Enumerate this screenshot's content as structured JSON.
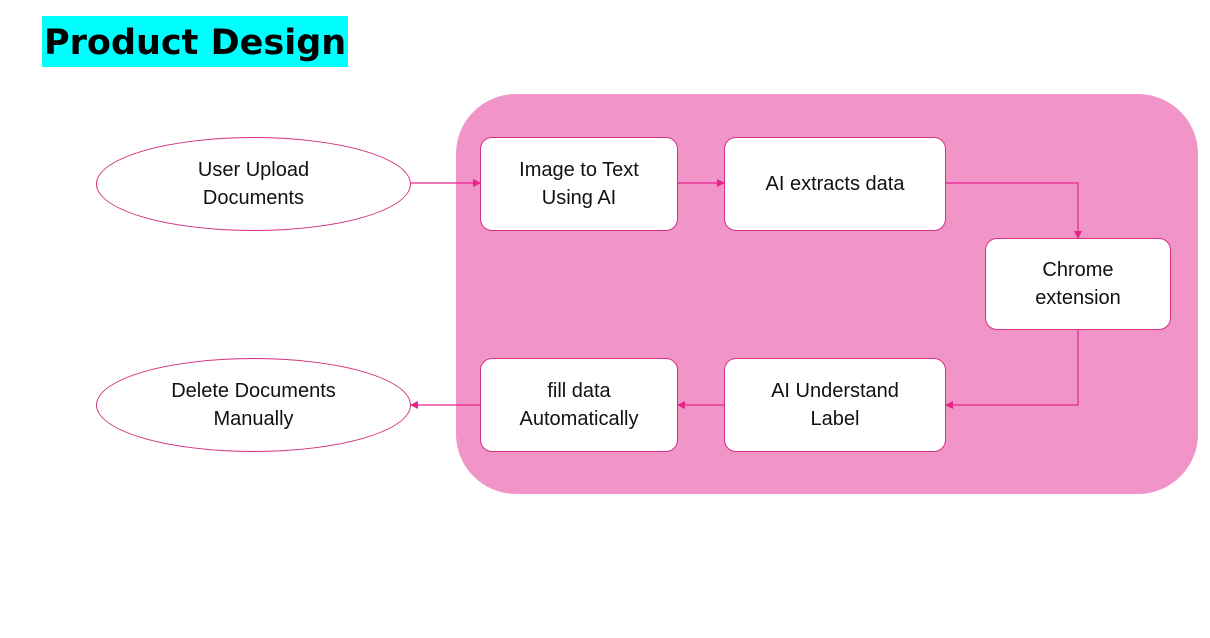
{
  "title": "Product Design",
  "colors": {
    "title_highlight": "#00ffff",
    "group_fill": "#f195c9",
    "node_border": "#d2327f",
    "arrow": "#e8248c"
  },
  "nodes": {
    "user_upload": "User Upload\nDocuments",
    "image_to_text": "Image to Text\nUsing AI",
    "ai_extracts": "AI extracts data",
    "chrome_ext": "Chrome\nextension",
    "ai_understand": "AI Understand\nLabel",
    "fill_data": "fill data\nAutomatically",
    "delete_docs": "Delete Documents\nManually"
  },
  "edges": [
    [
      "user_upload",
      "image_to_text"
    ],
    [
      "image_to_text",
      "ai_extracts"
    ],
    [
      "ai_extracts",
      "chrome_ext"
    ],
    [
      "chrome_ext",
      "ai_understand"
    ],
    [
      "ai_understand",
      "fill_data"
    ],
    [
      "fill_data",
      "delete_docs"
    ]
  ]
}
